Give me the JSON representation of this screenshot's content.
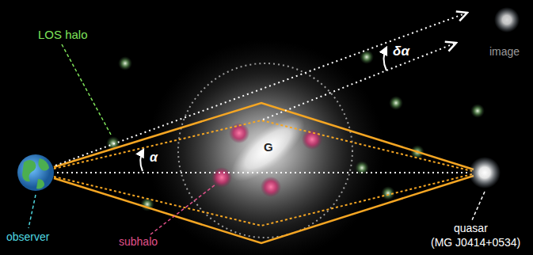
{
  "diagram": {
    "labels": [
      "LOS halo",
      "α",
      "δα",
      "image",
      "G",
      "observer",
      "subhalo",
      "quasar",
      "(MG J0414+0534)"
    ]
  }
}
